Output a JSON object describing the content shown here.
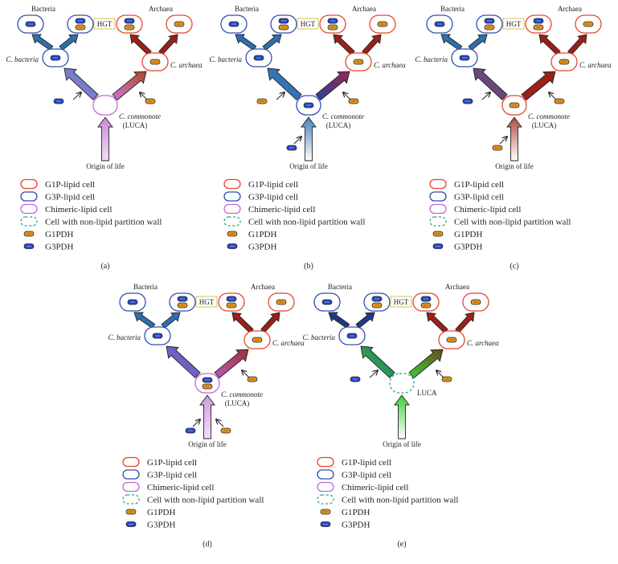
{
  "colors": {
    "g1p": "#e8452c",
    "g3p": "#2f4fb5",
    "chimeric": "#c16ad8",
    "nonlipid": "#2aa88a",
    "g1pdh": "#e6951f",
    "g3pdh": "#2548c9",
    "hgt": "#c8b830",
    "hgt_text": "#8a7a1a",
    "bacteria_arrow": "#2e6fb0",
    "archaea_arrow": "#9a2018"
  },
  "panels": [
    {
      "id": "a",
      "caption": "(a)",
      "labels": {
        "bacteria": "Bacteria",
        "archaea": "Archaea",
        "hgt": "HGT",
        "c_bacteria": "C. bacteria",
        "c_archaea": "C. archaea",
        "luca_name": "C. commonote",
        "luca_sub": "(LUCA)",
        "origin": "Origin of life"
      },
      "legend": [
        {
          "label": "G1P-lipid cell",
          "kind": "g1p"
        },
        {
          "label": "G3P-lipid cell",
          "kind": "g3p"
        },
        {
          "label": "Chimeric-lipid cell",
          "kind": "chimeric"
        },
        {
          "label": "Cell with non-lipid partition wall",
          "kind": "nonlipid"
        },
        {
          "label": "G1PDH",
          "kind": "g1pdh"
        },
        {
          "label": "G3PDH",
          "kind": "g3pdh"
        }
      ]
    },
    {
      "id": "b",
      "caption": "(b)",
      "labels": {
        "bacteria": "Bacteria",
        "archaea": "Archaea",
        "hgt": "HGT",
        "c_bacteria": "C. bacteria",
        "c_archaea": "C. archaea",
        "luca_name": "C. commonote",
        "luca_sub": "(LUCA)",
        "origin": "Origin of life"
      },
      "legend": [
        {
          "label": "G1P-lipid cell",
          "kind": "g1p"
        },
        {
          "label": "G3P-lipid cell",
          "kind": "g3p"
        },
        {
          "label": "Chimeric-lipid cell",
          "kind": "chimeric"
        },
        {
          "label": "Cell with non-lipid partition wall",
          "kind": "nonlipid"
        },
        {
          "label": "G1PDH",
          "kind": "g1pdh"
        },
        {
          "label": "G3PDH",
          "kind": "g3pdh"
        }
      ]
    },
    {
      "id": "c",
      "caption": "(c)",
      "labels": {
        "bacteria": "Bacteria",
        "archaea": "Archaea",
        "hgt": "HGT",
        "c_bacteria": "C. bacteria",
        "c_archaea": "C. archaea",
        "luca_name": "C. commonote",
        "luca_sub": "(LUCA)",
        "origin": "Origin of life"
      },
      "legend": [
        {
          "label": "G1P-lipid cell",
          "kind": "g1p"
        },
        {
          "label": "G3P-lipid cell",
          "kind": "g3p"
        },
        {
          "label": "Chimeric-lipid cell",
          "kind": "chimeric"
        },
        {
          "label": "Cell with non-lipid partition wall",
          "kind": "nonlipid"
        },
        {
          "label": "G1PDH",
          "kind": "g1pdh"
        },
        {
          "label": "G3PDH",
          "kind": "g3pdh"
        }
      ]
    },
    {
      "id": "d",
      "caption": "(d)",
      "labels": {
        "bacteria": "Bacteria",
        "archaea": "Archaea",
        "hgt": "HGT",
        "c_bacteria": "C. bacteria",
        "c_archaea": "C. archaea",
        "luca_name": "C. commonote",
        "luca_sub": "(LUCA)",
        "origin": "Origin of life"
      },
      "legend": [
        {
          "label": "G1P-lipid cell",
          "kind": "g1p"
        },
        {
          "label": "G3P-lipid cell",
          "kind": "g3p"
        },
        {
          "label": "Chimeric-lipid cell",
          "kind": "chimeric"
        },
        {
          "label": "Cell with non-lipid partition wall",
          "kind": "nonlipid"
        },
        {
          "label": "G1PDH",
          "kind": "g1pdh"
        },
        {
          "label": "G3PDH",
          "kind": "g3pdh"
        }
      ]
    },
    {
      "id": "e",
      "caption": "(e)",
      "labels": {
        "bacteria": "Bacteria",
        "archaea": "Archaea",
        "hgt": "HGT",
        "c_bacteria": "C. bacteria",
        "c_archaea": "C. archaea",
        "luca_name": "LUCA",
        "origin": "Origin of life"
      },
      "legend": [
        {
          "label": "G1P-lipid cell",
          "kind": "g1p"
        },
        {
          "label": "G3P-lipid cell",
          "kind": "g3p"
        },
        {
          "label": "Chimeric-lipid cell",
          "kind": "chimeric"
        },
        {
          "label": "Cell with non-lipid partition wall",
          "kind": "nonlipid"
        },
        {
          "label": "G1PDH",
          "kind": "g1pdh"
        },
        {
          "label": "G3PDH",
          "kind": "g3pdh"
        }
      ]
    }
  ]
}
